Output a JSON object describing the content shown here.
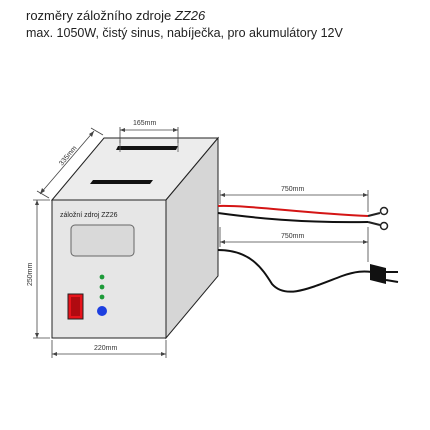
{
  "header": {
    "title_prefix": "rozměry záložního zdroje ",
    "title_model": "ZZ26",
    "subtitle": "max. 1050W, čistý sinus, nabíječka, pro akumulátory 12V"
  },
  "diagram": {
    "device_label": "záložní zdroj ZZ26",
    "dimensions": {
      "slot_width": "165mm",
      "depth": "335mm",
      "height": "250mm",
      "width": "220mm",
      "battery_cable": "750mm",
      "power_cable": "750mm"
    },
    "colors": {
      "front_face": "#e6e6e6",
      "top_face": "#ececec",
      "side_face": "#d6d6d6",
      "switch": "#e8131b",
      "blue_button": "#1d3fe0",
      "led_green": "#1e9a3a",
      "wire_red": "#d41515",
      "wire_black": "#111111"
    }
  }
}
